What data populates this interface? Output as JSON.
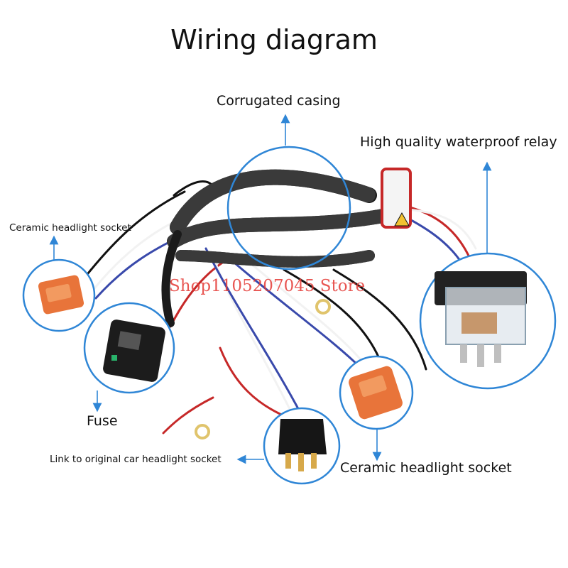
{
  "title": "Wiring diagram",
  "labels": {
    "corrugated_casing": "Corrugated casing",
    "relay": "High quality waterproof relay",
    "socket_left": "Ceramic headlight socket",
    "fuse": "Fuse",
    "link": "Link to original car headlight socket",
    "socket_right": "Ceramic headlight socket"
  },
  "watermark": "Shop1105207045 Store",
  "colors": {
    "callout_circle": "#2f86d6",
    "arrow": "#2f86d6",
    "harness": "#1b1b1b",
    "socket_orange": "#e8743a",
    "wire_red": "#c62828",
    "wire_blue": "#3949ab",
    "watermark": "#e53935"
  }
}
